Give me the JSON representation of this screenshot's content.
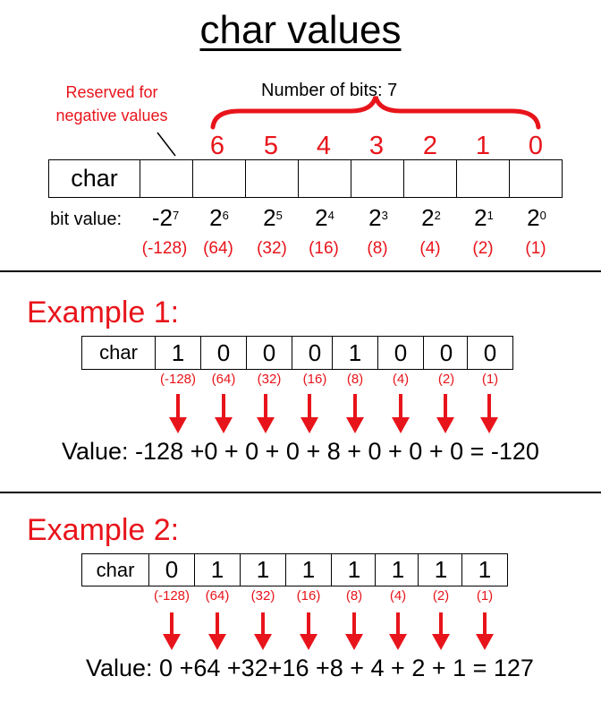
{
  "title": "char values",
  "header": {
    "reserved_label_line1": "Reserved for",
    "reserved_label_line2": "negative values",
    "num_bits_label": "Number of bits: 7",
    "type_label": "char",
    "bit_indices": [
      "6",
      "5",
      "4",
      "3",
      "2",
      "1",
      "0"
    ],
    "bit_value_label": "bit value:",
    "bit_values": [
      {
        "base": "-2",
        "exp": "7"
      },
      {
        "base": "2",
        "exp": "6"
      },
      {
        "base": "2",
        "exp": "5"
      },
      {
        "base": "2",
        "exp": "4"
      },
      {
        "base": "2",
        "exp": "3"
      },
      {
        "base": "2",
        "exp": "2"
      },
      {
        "base": "2",
        "exp": "1"
      },
      {
        "base": "2",
        "exp": "0"
      }
    ],
    "place_values": [
      "(-128)",
      "(64)",
      "(32)",
      "(16)",
      "(8)",
      "(4)",
      "(2)",
      "(1)"
    ]
  },
  "examples": [
    {
      "title": "Example 1:",
      "type_label": "char",
      "bits": [
        "1",
        "0",
        "0",
        "0",
        "1",
        "0",
        "0",
        "0"
      ],
      "place_values": [
        "(-128)",
        "(64)",
        "(32)",
        "(16)",
        "(8)",
        "(4)",
        "(2)",
        "(1)"
      ],
      "value_expression": "Value: -128 +0 + 0 + 0 + 8 +  0 + 0 + 0 = -120"
    },
    {
      "title": "Example 2:",
      "type_label": "char",
      "bits": [
        "0",
        "1",
        "1",
        "1",
        "1",
        "1",
        "1",
        "1"
      ],
      "place_values": [
        "(-128)",
        "(64)",
        "(32)",
        "(16)",
        "(8)",
        "(4)",
        "(2)",
        "(1)"
      ],
      "value_expression": "Value: 0 +64 +32+16 +8 + 4  + 2  + 1 = 127"
    }
  ],
  "colors": {
    "accent": "#e8141b",
    "text": "#000000",
    "background": "#ffffff"
  }
}
